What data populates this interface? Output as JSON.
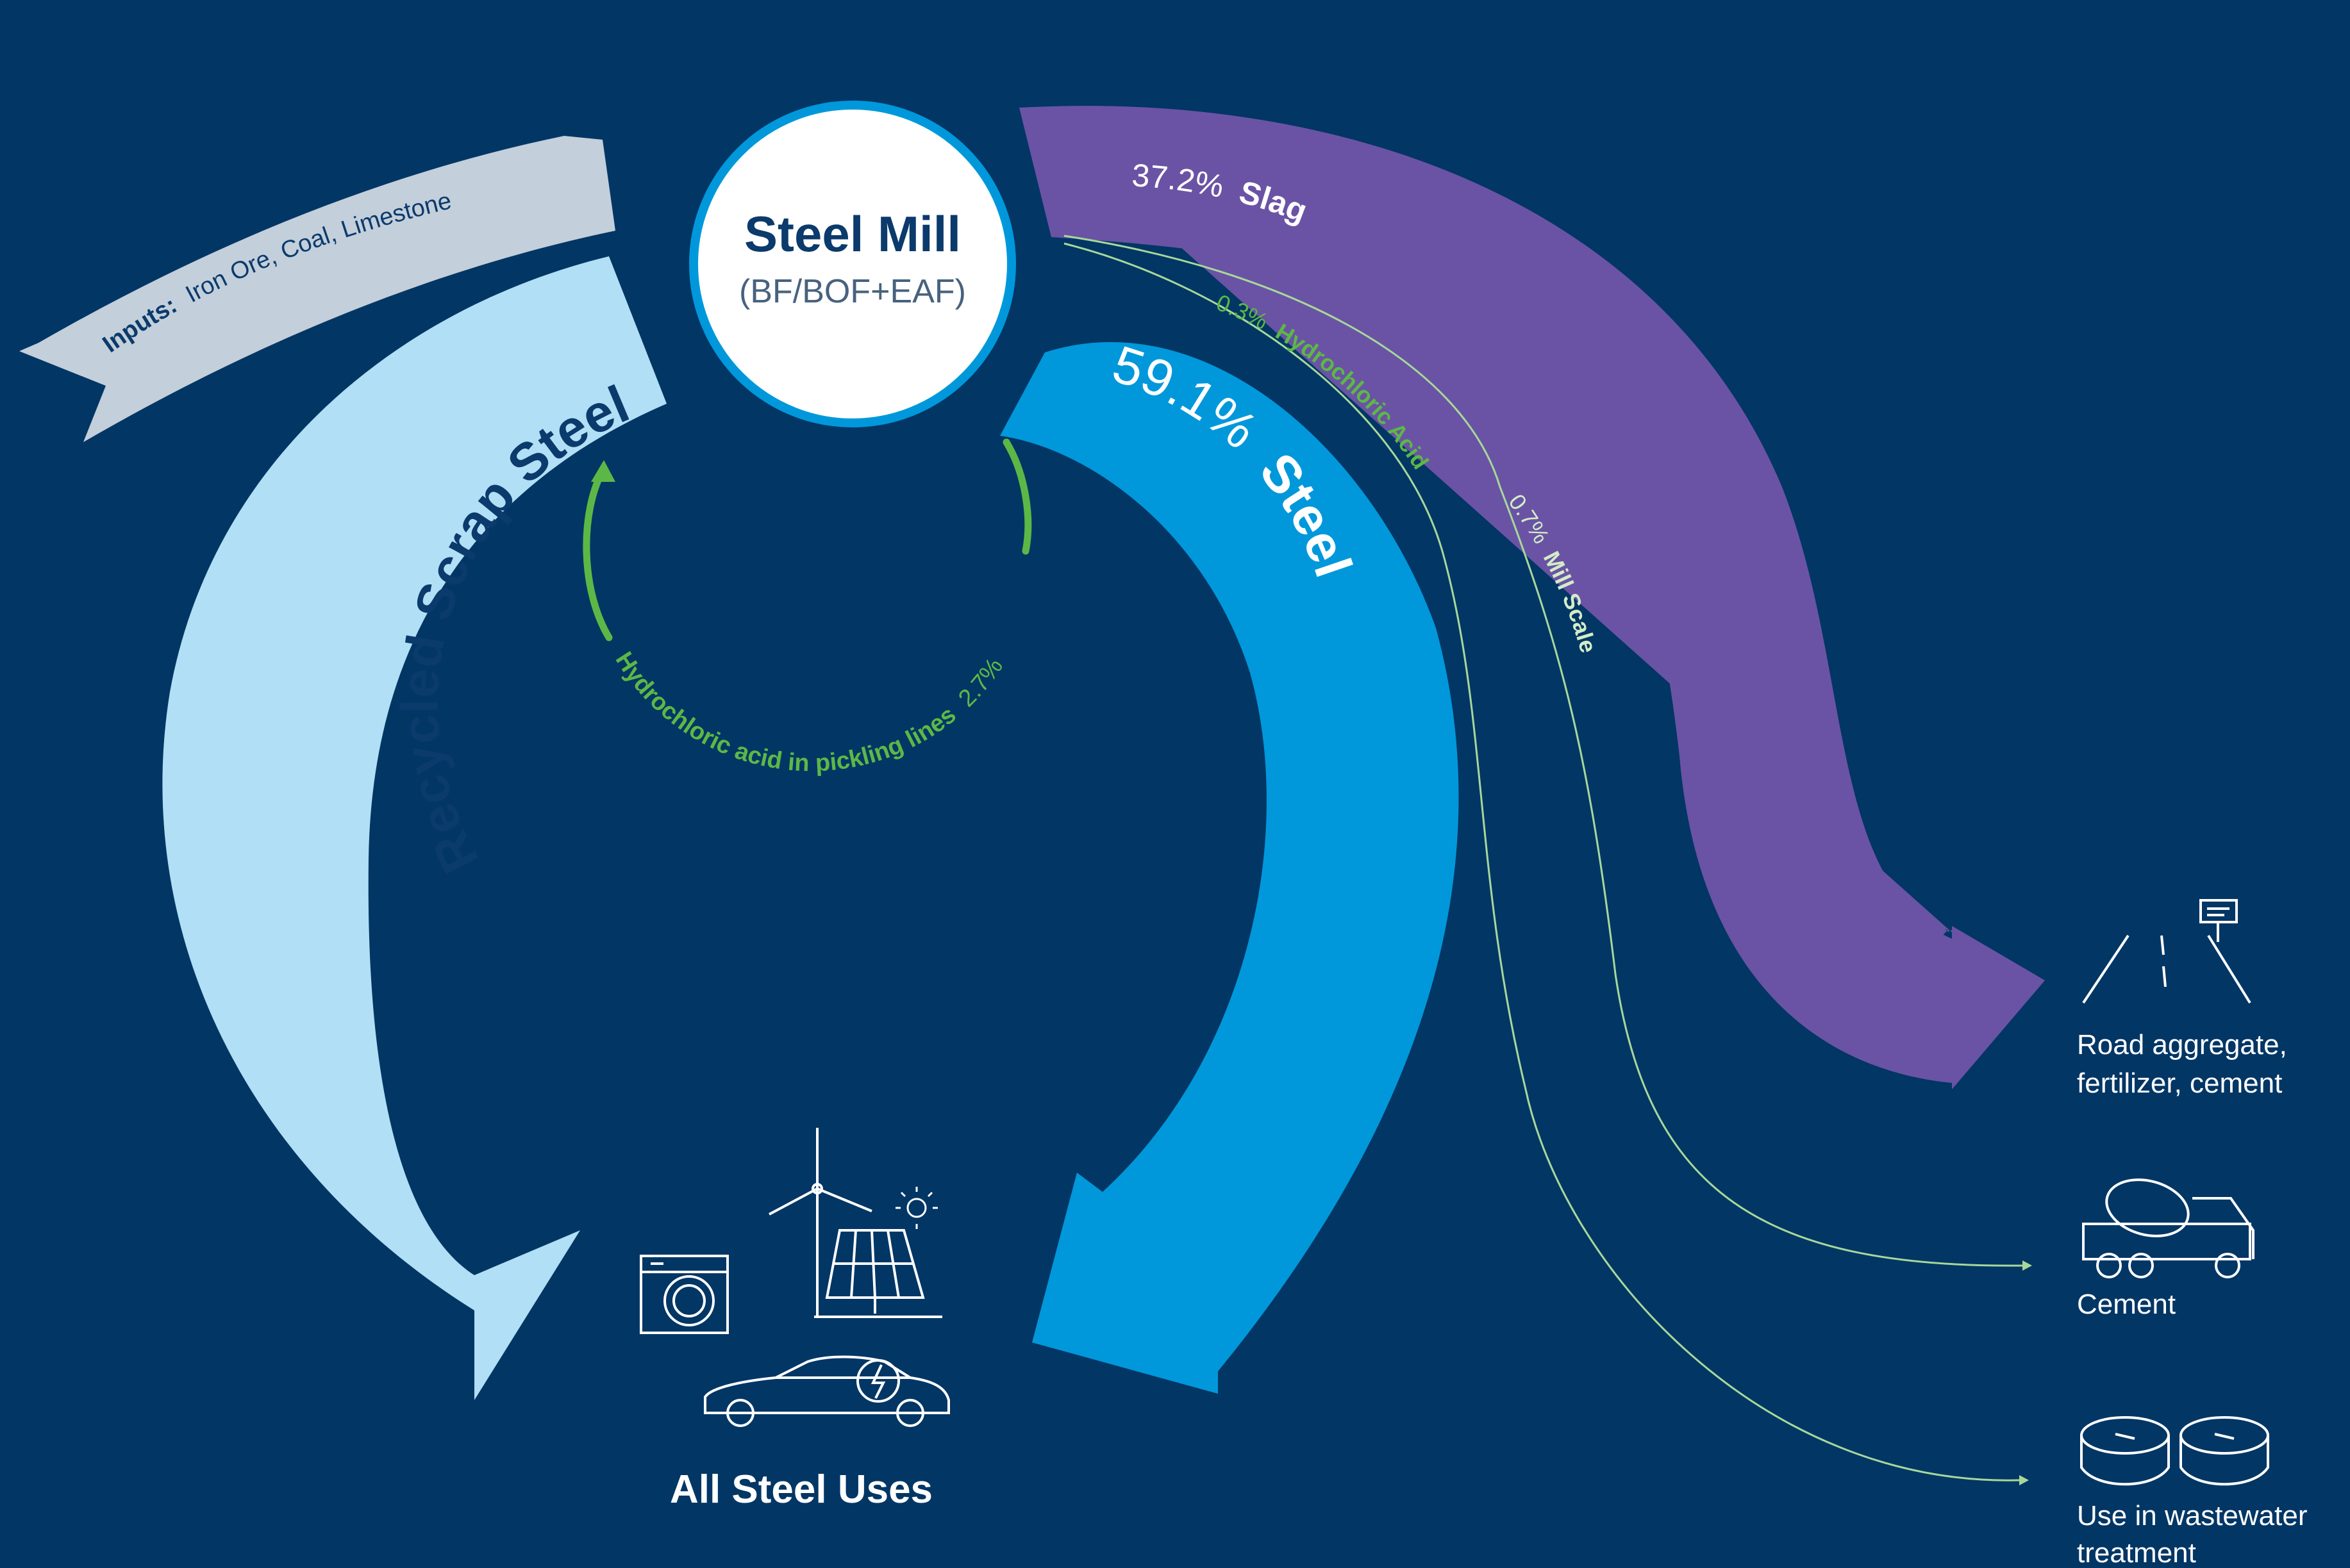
{
  "mill": {
    "title": "Steel Mill",
    "subtitle": "(BF/BOF+EAF)"
  },
  "inputs": {
    "label": "Inputs:",
    "items": "Iron Ore, Coal, Limestone"
  },
  "recycled": {
    "label": "Recycled Scrap Steel"
  },
  "steel": {
    "percent": "59.1%",
    "label": "Steel"
  },
  "slag": {
    "percent": "37.2%",
    "label": "Slag"
  },
  "hcl": {
    "percent": "0.3%",
    "label": "Hydrochloric Acid"
  },
  "millscale": {
    "percent": "0.7%",
    "label": "Mill Scale"
  },
  "pickling": {
    "label": "Hydrochloric acid in pickling lines",
    "percent": "2.7%"
  },
  "uses": {
    "title": "All Steel Uses"
  },
  "outputs": {
    "road_line1": "Road aggregate,",
    "road_line2": "fertilizer, cement",
    "cement": "Cement",
    "wastewater_line1": "Use in wastewater",
    "wastewater_line2": "treatment"
  },
  "icons": [
    "washing-machine-icon",
    "wind-turbine-icon",
    "solar-panel-icon",
    "sun-icon",
    "electric-car-icon",
    "road-icon",
    "cement-truck-icon",
    "water-tank-icon"
  ],
  "colors": {
    "background": "#023665",
    "recycled": "#B1DFF5",
    "steel": "#0098DB",
    "slag": "#6A53A4",
    "inputs": "#C3CFDA",
    "green": "#5CB846",
    "thin_line": "#A7D89A",
    "white": "#FFFFFF",
    "mill_text": "#0B3A6C"
  }
}
